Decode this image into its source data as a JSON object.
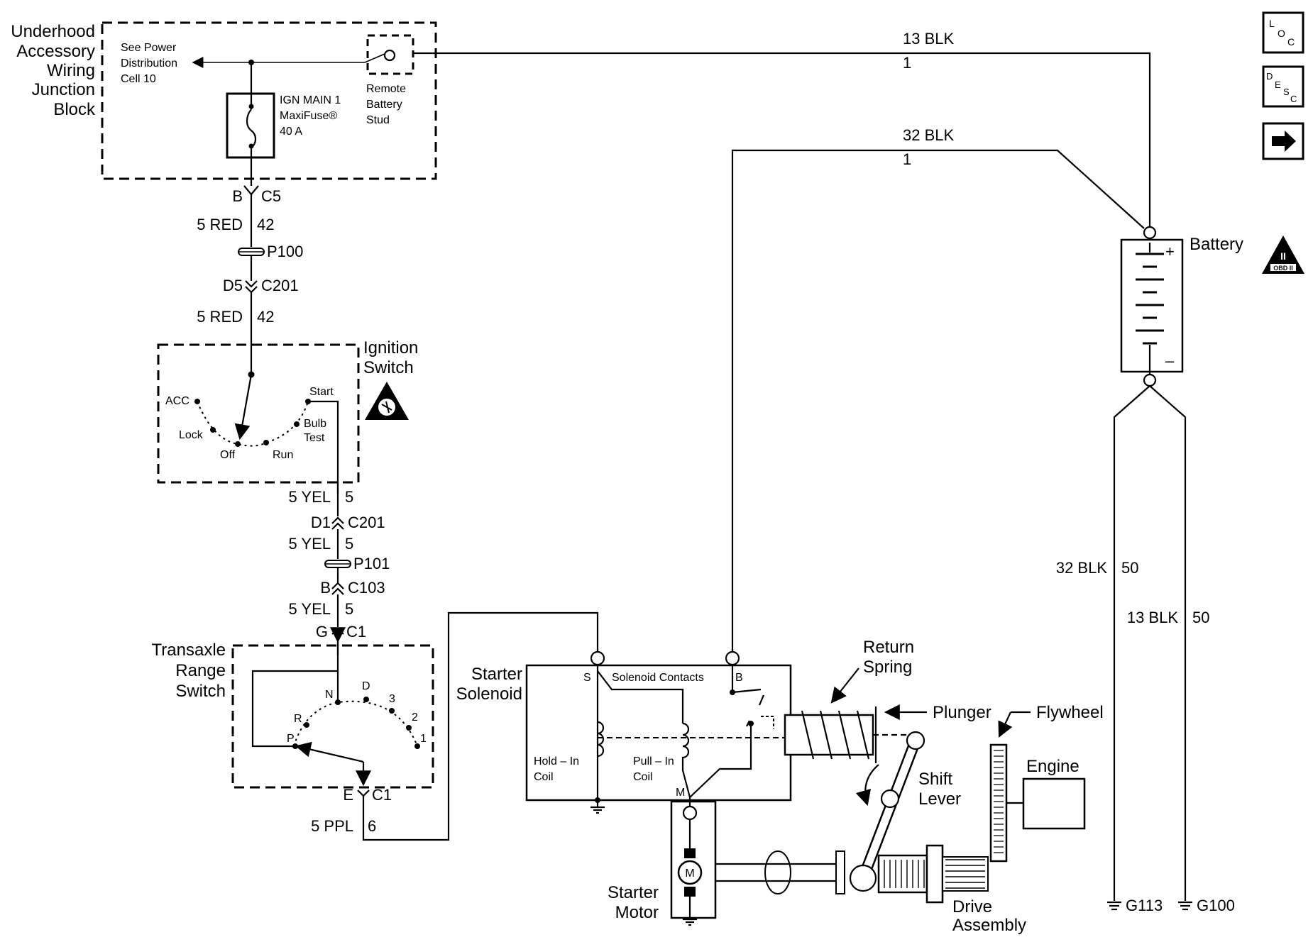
{
  "blocks": {
    "junction_block": {
      "title_lines": [
        "Underhood",
        "Accessory",
        "Wiring",
        "Junction",
        "Block"
      ],
      "power_ref_lines": [
        "See Power",
        "Distribution",
        "Cell 10"
      ],
      "fuse_lines": [
        "IGN MAIN 1",
        "MaxiFuse®",
        "40 A"
      ],
      "stud_lines": [
        "Remote",
        "Battery",
        "Stud"
      ]
    },
    "ignition_switch": {
      "title_lines": [
        "Ignition",
        "Switch"
      ],
      "positions": [
        "ACC",
        "Lock",
        "Off",
        "Run",
        "Bulb",
        "Test",
        "Start"
      ]
    },
    "transaxle_switch": {
      "title_lines": [
        "Transaxle",
        "Range",
        "Switch"
      ],
      "positions": [
        "N",
        "D",
        "3",
        "2",
        "1",
        "R",
        "P"
      ]
    },
    "solenoid": {
      "title_lines": [
        "Starter",
        "Solenoid"
      ],
      "contacts": "Solenoid Contacts",
      "hold_in_lines": [
        "Hold – In",
        "Coil"
      ],
      "pull_in_lines": [
        "Pull – In",
        "Coil"
      ],
      "terminals": [
        "S",
        "B",
        "M"
      ]
    },
    "motor": {
      "title_lines": [
        "Starter",
        "Motor"
      ],
      "symbol": "M"
    },
    "mechanical": {
      "return_spring_lines": [
        "Return",
        "Spring"
      ],
      "plunger": "Plunger",
      "flywheel": "Flywheel",
      "engine": "Engine",
      "shift_lever_lines": [
        "Shift",
        "Lever"
      ],
      "drive_assembly_lines": [
        "Drive",
        "Assembly"
      ]
    },
    "battery": {
      "title": "Battery",
      "plus": "+",
      "minus": "–"
    }
  },
  "wires": {
    "w1": {
      "color": "5 RED",
      "circuit": "42"
    },
    "w2": {
      "color": "5 RED",
      "circuit": "42"
    },
    "w3": {
      "color": "5 YEL",
      "circuit": "5"
    },
    "w4": {
      "color": "5 YEL",
      "circuit": "5"
    },
    "w5": {
      "color": "5 YEL",
      "circuit": "5"
    },
    "w6": {
      "color": "5 PPL",
      "circuit": "6"
    },
    "w7": {
      "color": "13 BLK",
      "circuit": "1"
    },
    "w8": {
      "color": "32 BLK",
      "circuit": "1"
    },
    "w9": {
      "color": "32 BLK",
      "circuit": "50"
    },
    "w10": {
      "color": "13 BLK",
      "circuit": "50"
    }
  },
  "connectors": {
    "c5": {
      "pin": "B",
      "name": "C5"
    },
    "p100": {
      "name": "P100"
    },
    "c201a": {
      "pin": "D5",
      "name": "C201"
    },
    "c201b": {
      "pin": "D1",
      "name": "C201"
    },
    "p101": {
      "name": "P101"
    },
    "c103": {
      "pin": "B",
      "name": "C103"
    },
    "c1a": {
      "pin": "G",
      "name": "C1"
    },
    "c1b": {
      "pin": "E",
      "name": "C1"
    }
  },
  "grounds": {
    "g113": "G113",
    "g100": "G100"
  },
  "side_icons": {
    "loc": {
      "L": "L",
      "O": "O",
      "C": "C"
    },
    "desc": {
      "D": "D",
      "E": "E",
      "S": "S",
      "C": "C"
    },
    "next": "next-arrow",
    "obd_label": "OBD II",
    "obd_numeral": "II"
  }
}
